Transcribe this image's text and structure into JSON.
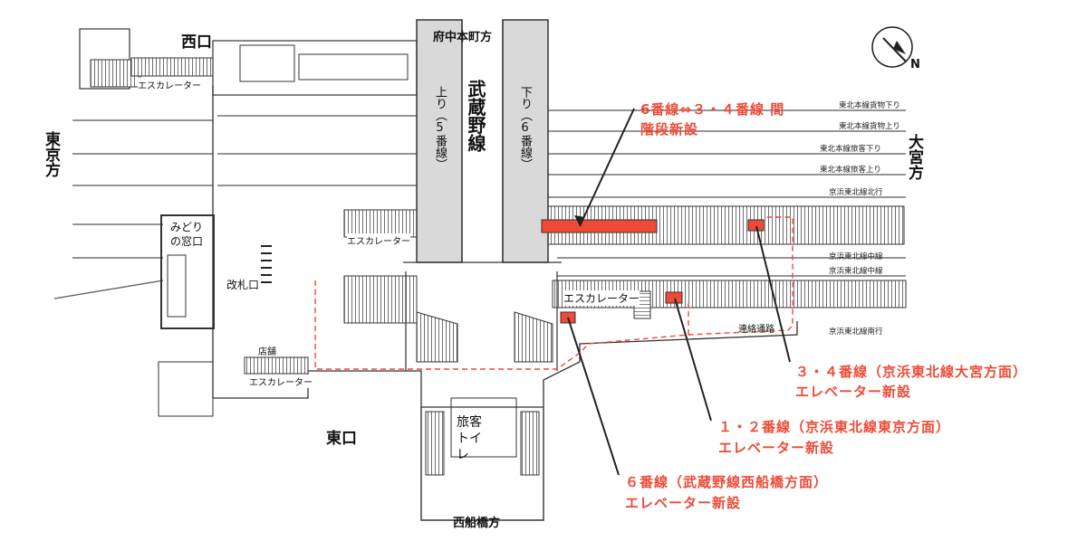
{
  "map": {
    "directions": {
      "west_exit": "西口",
      "east_exit": "東口",
      "tokyo_dir": "東京方",
      "omiya_dir": "大宮方",
      "fuchu_dir": "府中本町方",
      "nishifunabashi_dir": "西船橋方",
      "north": "N"
    },
    "musashino": {
      "name": "武蔵野線",
      "up": "上り（5番線）",
      "down": "下り（6番線）"
    },
    "facilities": {
      "escalator": "エスカレーター",
      "ticket_office": "みどりの窓口",
      "gate": "改札口",
      "shop": "店舗",
      "toilet": "旅客トイレ",
      "passage": "連絡通路"
    },
    "tracks": [
      "東北本線貨物下り",
      "東北本線貨物上り",
      "東北本線旅客下り",
      "東北本線旅客上り",
      "京浜東北線北行",
      "京浜東北線中線",
      "京浜東北線中線",
      "京浜東北線南行"
    ],
    "annotations": {
      "stairs_line1": "6番線⇔３・４番線 間",
      "stairs_line2": "階段新設",
      "elev34_line1": "３・４番線（京浜東北線大宮方面）",
      "elev34_line2": "エレベーター新設",
      "elev12_line1": "１・２番線（京浜東北線東京方面）",
      "elev12_line2": "エレベーター新設",
      "elev6_line1": "６番線（武蔵野線西船橋方面）",
      "elev6_line2": "エレベーター新設"
    },
    "colors": {
      "highlight": "#ee4a36",
      "ink": "#222222",
      "platform_fill": "#d9d9d9"
    }
  }
}
